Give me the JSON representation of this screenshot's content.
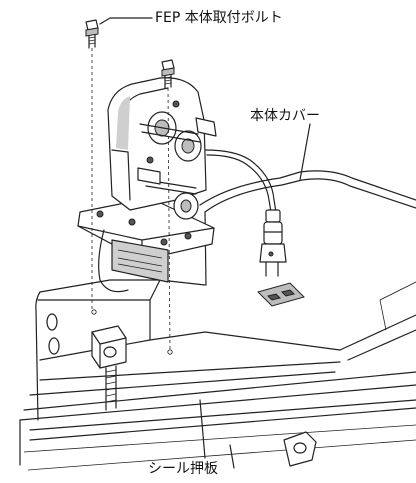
{
  "labels": {
    "fep_bolt": "FEP 本体取付ボルト",
    "body_cover": "本体カバー",
    "pressure_plate": "シール押板"
  },
  "colors": {
    "line": "#222222",
    "shade": "#cfcfcf",
    "background": "#ffffff"
  }
}
